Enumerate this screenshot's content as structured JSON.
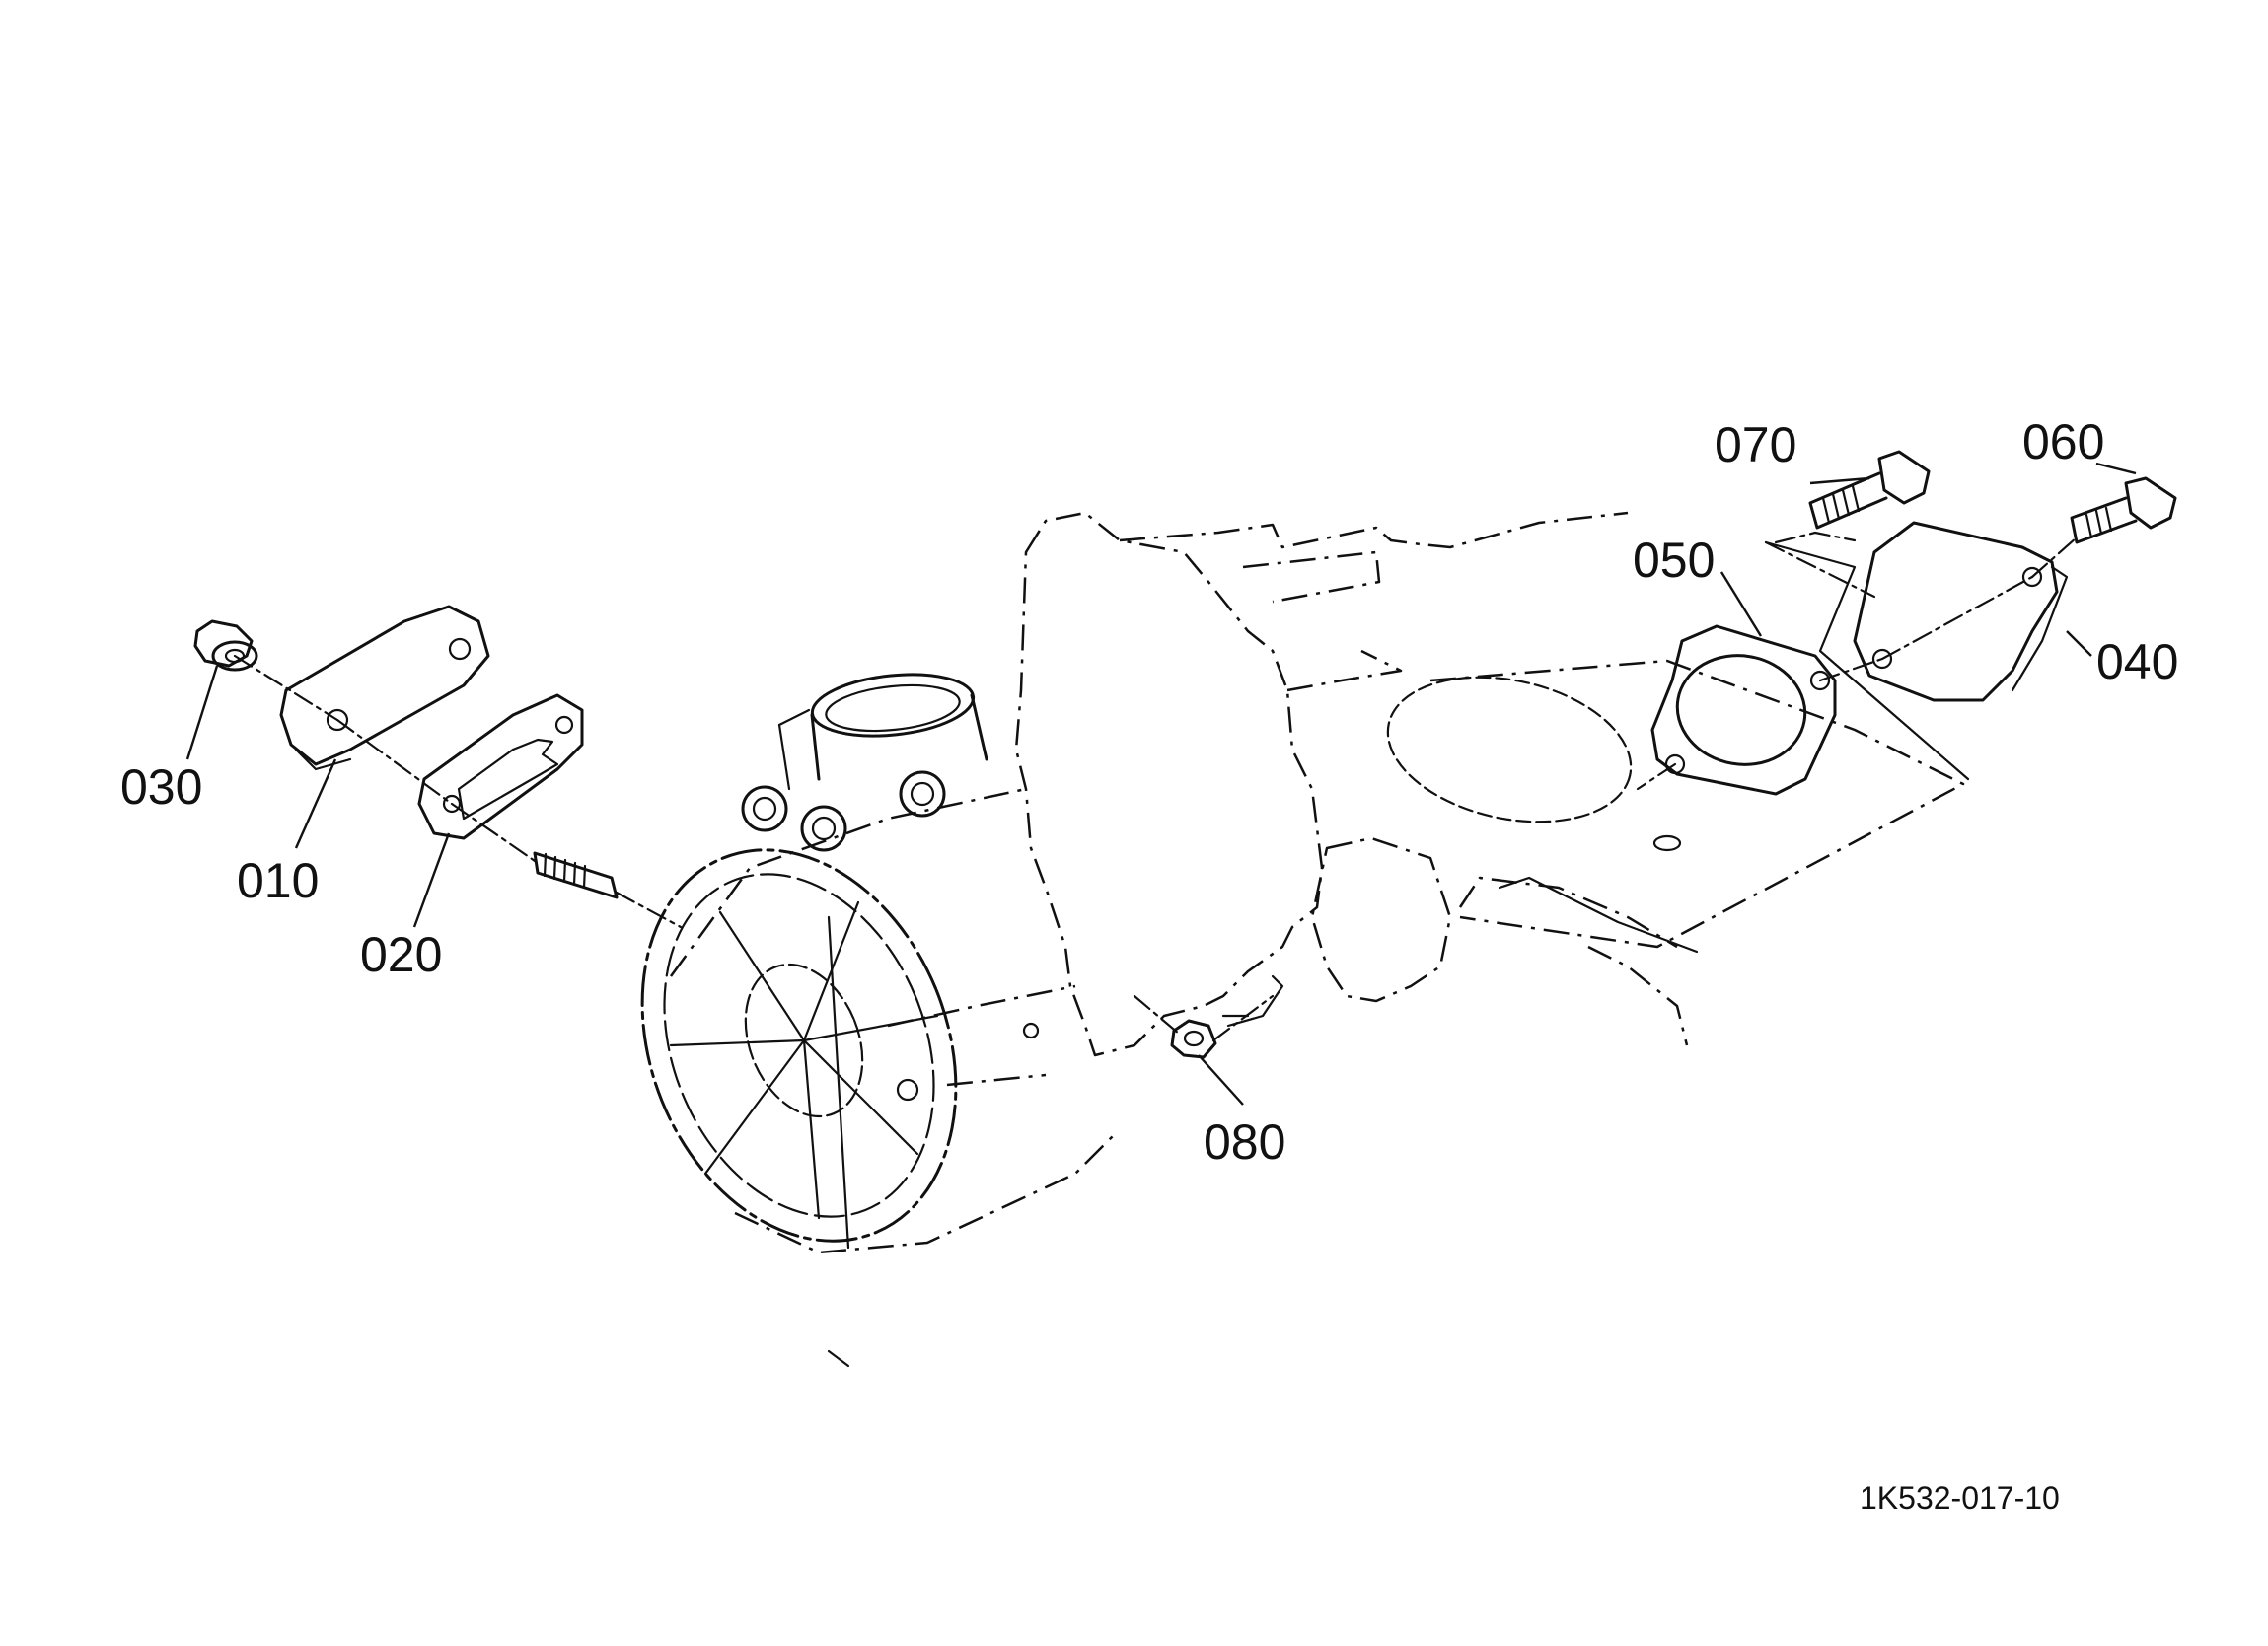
{
  "diagram": {
    "drawing_number": "1K532-017-10",
    "part_labels": {
      "p010": "010",
      "p020": "020",
      "p030": "030",
      "p040": "040",
      "p050": "050",
      "p060": "060",
      "p070": "070",
      "p080": "080"
    }
  }
}
